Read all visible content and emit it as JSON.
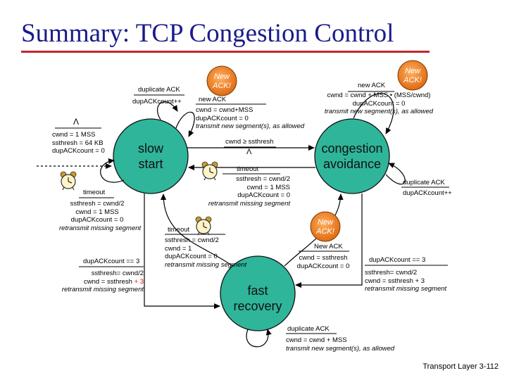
{
  "title": "Summary: TCP Congestion Control",
  "footer": "Transport Layer  3-112",
  "states": {
    "slow_start": "slow\nstart",
    "congestion_avoidance": "congestion\navoidance",
    "fast_recovery": "fast\nrecovery"
  },
  "badge_text": "New\nACK!",
  "init": {
    "event": "Λ",
    "actions": [
      "cwnd = 1 MSS",
      "ssthresh = 64 KB",
      "dupACKcount = 0"
    ]
  },
  "ss_dup": {
    "event": "duplicate ACK",
    "action": "dupACKcount++"
  },
  "ss_newack": {
    "event": "new ACK",
    "actions": [
      "cwnd = cwnd+MSS",
      "dupACKcount = 0",
      "transmit new segment(s), as allowed"
    ]
  },
  "ss_to_ca": {
    "event": "cwnd ≥ ssthresh",
    "action": "Λ"
  },
  "ss_timeout": {
    "event": "timeout",
    "actions": [
      "ssthresh = cwnd/2",
      "cwnd = 1 MSS",
      "dupACKcount = 0",
      "retransmit missing segment"
    ]
  },
  "ss_to_fr": {
    "event": "dupACKcount == 3",
    "action1": "ssthresh= cwnd/2",
    "action2_prefix": "cwnd = ssthresh ",
    "action2_red": "+ 3",
    "action3": "retransmit missing segment"
  },
  "ca_newack": {
    "event": "new ACK",
    "actions": [
      "cwnd = cwnd + MSS • (MSS/cwnd)",
      "dupACKcount = 0",
      "transmit new segment(s), as allowed"
    ]
  },
  "ca_timeout": {
    "event": "timeout",
    "actions": [
      "ssthresh = cwnd/2",
      "cwnd = 1 MSS",
      "dupACKcount = 0",
      "retransmit missing segment"
    ]
  },
  "ca_dup": {
    "event": "duplicate ACK",
    "action": "dupACKcount++"
  },
  "ca_to_fr": {
    "event": "dupACKcount == 3",
    "actions": [
      "ssthresh= cwnd/2",
      "cwnd = ssthresh + 3",
      "retransmit missing segment"
    ]
  },
  "fr_timeout": {
    "event": "timeout",
    "actions": [
      "ssthresh = cwnd/2",
      "cwnd = 1",
      "dupACKcount = 0",
      "retransmit missing segment"
    ]
  },
  "fr_newack": {
    "event": "New ACK",
    "actions": [
      "cwnd = ssthresh",
      "dupACKcount = 0"
    ]
  },
  "fr_dup": {
    "event": "duplicate ACK",
    "actions": [
      "cwnd = cwnd + MSS",
      "transmit new segment(s), as allowed"
    ]
  }
}
